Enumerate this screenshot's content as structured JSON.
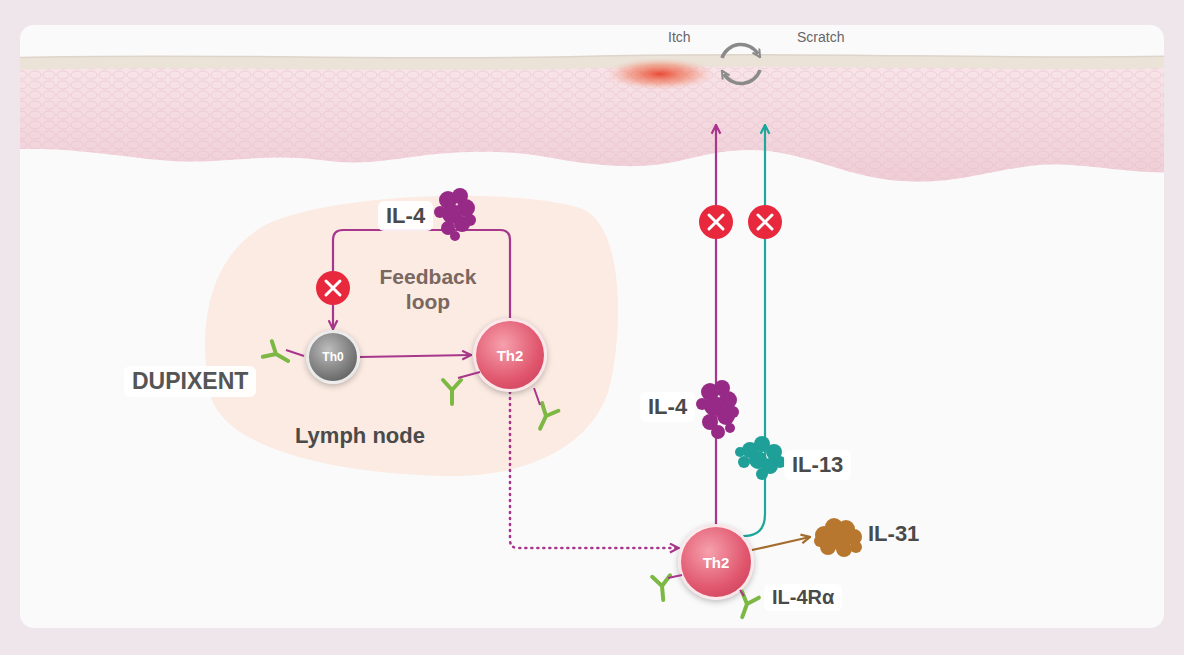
{
  "diagram": {
    "nodes": [
      {
        "text": [
          "Itch",
          "Scratch"
        ]
      },
      {
        "text": [
          "Lymph node"
        ]
      },
      {
        "text": [
          "Th0"
        ],
        "in": 1
      },
      {
        "text": [
          "Th2"
        ],
        "in": 1
      },
      {
        "text": [
          "Th2"
        ]
      },
      {
        "text": [
          "IL-31"
        ]
      }
    ],
    "edges": [
      {
        "from": 2,
        "to": 3,
        "arrow": "to"
      },
      {
        "from": 3,
        "to": 2,
        "label": "IL-4",
        "arrow": "to"
      },
      {
        "from": 3,
        "to": 4,
        "arrow": "to"
      },
      {
        "from": 4,
        "to": 0,
        "label": "IL-4",
        "arrow": "to"
      },
      {
        "from": 4,
        "to": 0,
        "label": "IL-13",
        "arrow": "to"
      },
      {
        "from": 4,
        "to": 5,
        "arrow": "to"
      }
    ],
    "labels": [
      "Feedback loop",
      "DUPIXENT",
      "IL-4Rα"
    ]
  }
}
